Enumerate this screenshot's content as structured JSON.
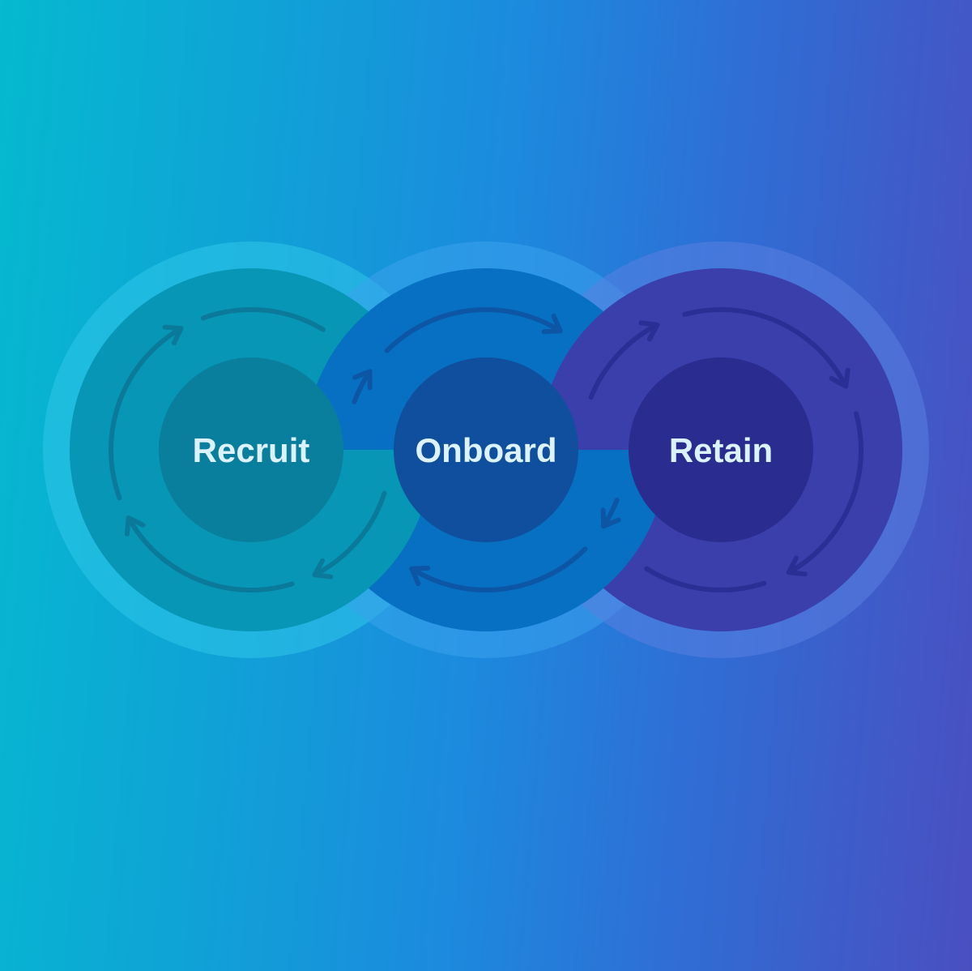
{
  "diagram": {
    "stages": [
      {
        "label": "Recruit",
        "colors": {
          "halo": "#2fc7ea",
          "ring": "#0896b6",
          "inner": "#0a7f9d",
          "arrow": "#0b7a9a"
        }
      },
      {
        "label": "Onboard",
        "colors": {
          "halo": "#3aa2ec",
          "ring": "#0870c2",
          "inner": "#0f4f9e",
          "arrow": "#0d56a6"
        }
      },
      {
        "label": "Retain",
        "colors": {
          "halo": "#5a7fe0",
          "ring": "#3a3fab",
          "inner": "#2a2d8f",
          "arrow": "#2a2f96"
        }
      }
    ]
  }
}
